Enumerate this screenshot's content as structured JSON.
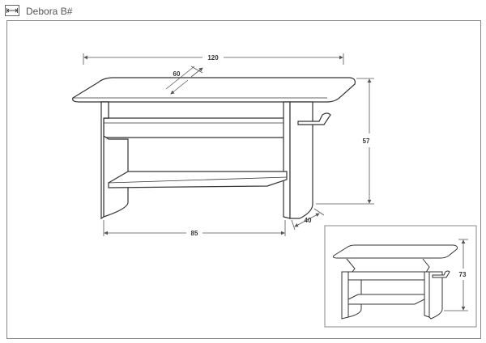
{
  "header": {
    "title": "Debora B#",
    "icon": "dimension-arrows-icon"
  },
  "main_view": {
    "dimensions": {
      "width": "120",
      "depth": "60",
      "height": "57",
      "base_width": "85",
      "leg_depth": "40"
    }
  },
  "inset_view": {
    "dimensions": {
      "raised_height": "73"
    }
  },
  "colors": {
    "line": "#333333",
    "dimension": "#555555",
    "frame": "#888888"
  }
}
